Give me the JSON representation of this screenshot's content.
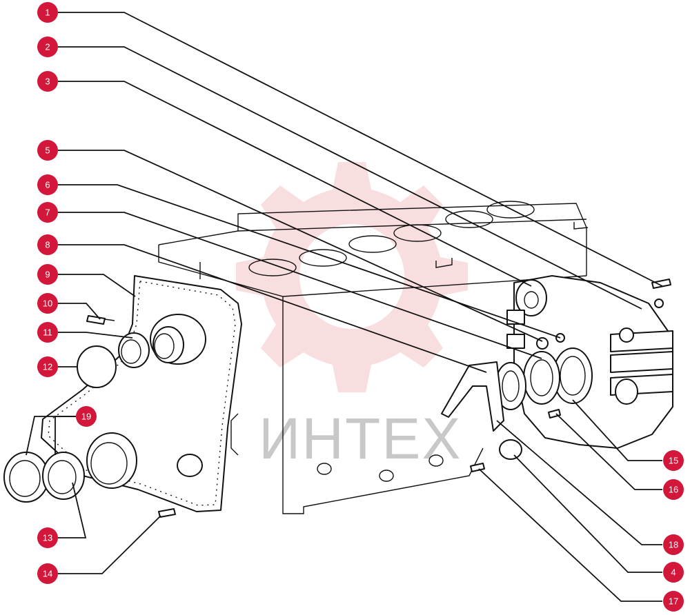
{
  "watermark": {
    "text": "ИНТЕХ",
    "color": "#e23a3a"
  },
  "callout_color": "#d3173a",
  "callouts": [
    {
      "label": "1",
      "side": "left",
      "target": "bolt-right-top"
    },
    {
      "label": "2",
      "side": "left",
      "target": "housing-upper-edge"
    },
    {
      "label": "3",
      "side": "left",
      "target": "housing-flange"
    },
    {
      "label": "5",
      "side": "left",
      "target": "housing-boss"
    },
    {
      "label": "6",
      "side": "left",
      "target": "small-plug"
    },
    {
      "label": "7",
      "side": "left",
      "target": "seal-ring"
    },
    {
      "label": "8",
      "side": "left",
      "target": "gasket-right"
    },
    {
      "label": "9",
      "side": "left",
      "target": "front-cover"
    },
    {
      "label": "10",
      "side": "left",
      "target": "bolt-left"
    },
    {
      "label": "11",
      "side": "left",
      "target": "bushing"
    },
    {
      "label": "12",
      "side": "left",
      "target": "cap"
    },
    {
      "label": "19",
      "side": "left",
      "target": "seal-large"
    },
    {
      "label": "13",
      "side": "left",
      "target": "sleeve"
    },
    {
      "label": "14",
      "side": "left",
      "target": "bolt-bottom"
    },
    {
      "label": "15",
      "side": "right",
      "target": "rear-seal"
    },
    {
      "label": "16",
      "side": "right",
      "target": "bolt-rear"
    },
    {
      "label": "18",
      "side": "right",
      "target": "gasket-lower"
    },
    {
      "label": "4",
      "side": "right",
      "target": "cover-small"
    },
    {
      "label": "17",
      "side": "right",
      "target": "bolt-small"
    }
  ]
}
